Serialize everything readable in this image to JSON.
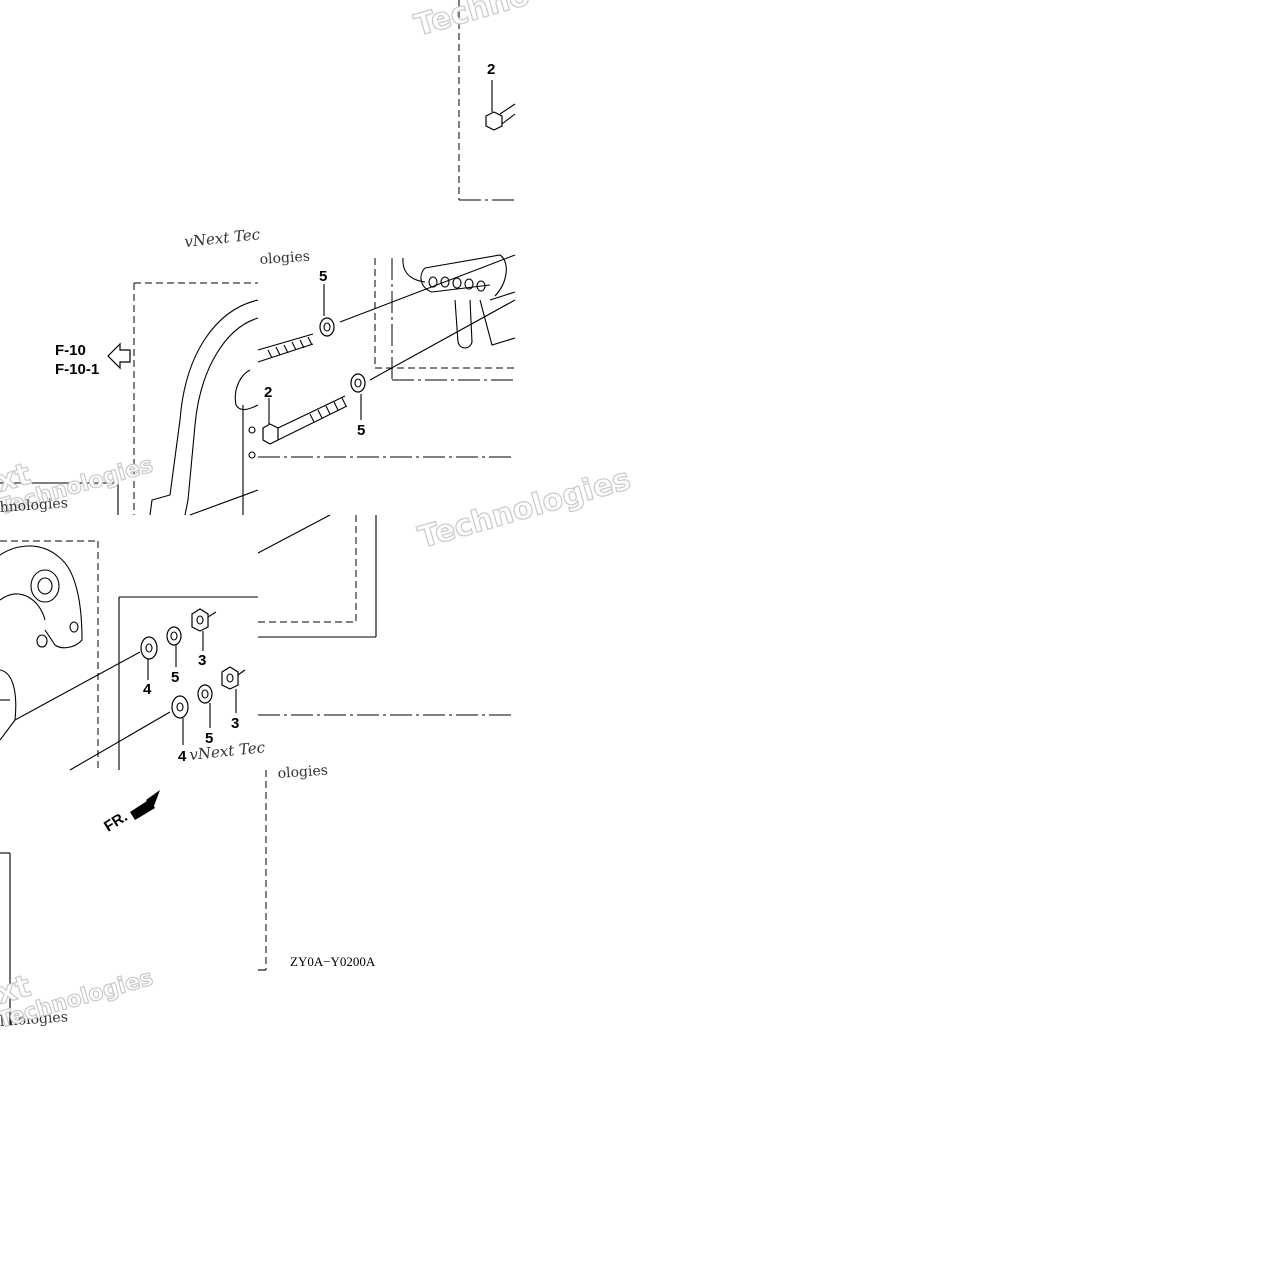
{
  "diagram": {
    "drawing_code": "ZY0A−Y0200A",
    "reference": {
      "line1": "F-10",
      "line2": "F-10-1"
    },
    "front_label": "FR.",
    "callouts": {
      "c2_top": "2",
      "c5_upper": "5",
      "c2_mid": "2",
      "c5_lower": "5",
      "c3_a": "3",
      "c5_a": "5",
      "c4_a": "4",
      "c3_b": "3",
      "c5_b": "5",
      "c4_b": "4"
    },
    "watermarks": {
      "w1": "Techno",
      "w2": "vNext Tec",
      "w3": "Technologies",
      "w4": "xt",
      "w5": "Technologies",
      "w6": "hnologies",
      "w7": "vNext Tec",
      "w8": "ologies",
      "w9": "xt",
      "w10": "hnologies",
      "w11": "Technologies"
    },
    "icons": [
      "reference-arrow-icon",
      "front-arrow-icon"
    ]
  }
}
